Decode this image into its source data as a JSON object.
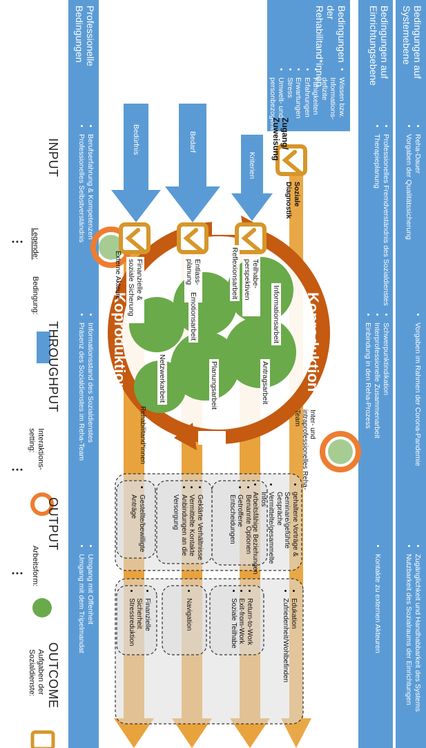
{
  "bands": {
    "system": {
      "title": "Bedingungen auf Systemebene",
      "input": [
        "Reha-Dauer",
        "Vorgaben der Qualitätssicherung"
      ],
      "throughput": [
        "Vorgaben im Rahmen der Corona-Pandemie"
      ],
      "output": [
        "Zugänglichkeit und Handhabbarkeit des Systems",
        "Nutzbarkeit des Sozialraums der Einrichtungen"
      ]
    },
    "einrichtung": {
      "title": "Bedingungen auf Einrichtungsebene",
      "input": [
        "Professionelles Fremdverständnis des Sozialdienstes",
        "Therapieplanung"
      ],
      "throughput": [
        "Schwerpunktindikation",
        "Interprofessionelle Zusammenarbeit",
        "Einbindung in den Reha-Prozess"
      ],
      "output": [
        "Kontakte zu externen Akteuren"
      ]
    },
    "professionell": {
      "title": "Professionelle Bedingungen",
      "input": [
        "Berufserfahrung & Kompetenzen",
        "Professionelles Selbstverständnis"
      ],
      "throughput": [
        "Informationsstand des Sozialdienstes",
        "Präsenz des Sozialdienstes im Reha-Team"
      ],
      "output": [
        "Umgang mit Offenheit",
        "Umgang mit dem Tripelmandat"
      ]
    }
  },
  "rehabilitand": {
    "title": "Bedingungen der Rehabilitand*innen",
    "items": [
      "Wissen bzw. Informations-defizite",
      "Fähigkeiten",
      "Erfahrungen",
      "Erwartungen",
      "Stress",
      "Umwelt- und personbezogene Faktoren"
    ]
  },
  "zugang_label": "Zugang/ Zuweisung",
  "input_arrows": [
    "Kriterien",
    "Bedarf",
    "Bedürfnis"
  ],
  "tasks": {
    "diagnostik": "Soziale Diagnostik",
    "teilhabe": "Teilhabe-perspektiven",
    "entlass": "Entlass-planung",
    "finanz": "Finanzielle & soziale Sicherung"
  },
  "koproduktion": [
    "Koproduktion",
    "Koproduktion"
  ],
  "interaction_labels": {
    "team": "Inter- und intraprofessionelles Reha-Team",
    "rehabilitand": "Rehabilitand*innen",
    "extern": "Externe Akteure"
  },
  "gears": [
    "Informationsarbeit",
    "Antragsarbeit",
    "Reflexionsarbeit",
    "Planungsarbeit",
    "Emotionsarbeit",
    "Netzwerkarbeit"
  ],
  "outputs": {
    "general": [
      "gehaltene Vorträge & Seminare/geführte Gespräche",
      "Vermittelte/gesammelte Infos",
      "Arbeitsfähige Beziehungen"
    ],
    "teilhabe": [
      "Benannte Optionen",
      "Getroffene Entscheidungen"
    ],
    "entlass": [
      "Geklärte Verhältnisse",
      "Vermittelte Kontakte",
      "Anbindungen an die Versorgung"
    ],
    "finanz": [
      "Gestellte/bewilligte Anträge"
    ]
  },
  "outcomes": {
    "general": [
      "Edukation",
      "Zufriedenheit/Wohlbefinden"
    ],
    "teilhabe": [
      "Return-to-Work",
      "Exit-from-Work",
      "Soziale Teilhabe"
    ],
    "entlass": [
      "Navigation"
    ],
    "finanz": [
      "Finanzielle Sicherheit",
      "Stressreduktion"
    ]
  },
  "phases": [
    "INPUT",
    "THROUGHPUT",
    "OUTPUT",
    "OUTCOME"
  ],
  "legend": {
    "title": "Legende:",
    "bedingung": "Bedingung:",
    "interaktion": "Interaktions-setting:",
    "arbeitsform": "Arbeitsform:",
    "aufgaben": "Aufgaben der Sozialdienste:"
  },
  "colors": {
    "blue": "#5b9bd5",
    "orange_arrow": "#e8a33d",
    "koproduktion": "#c55a11",
    "gear_green": "#6aaa4a",
    "icon_border": "#d6962a"
  }
}
